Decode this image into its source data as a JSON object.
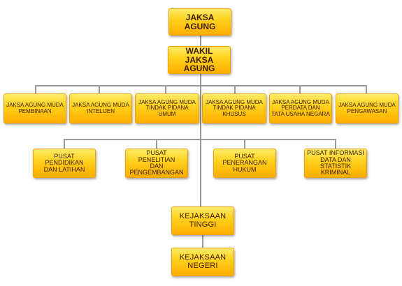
{
  "colors": {
    "box_top": "#ffeb6a",
    "box_mid": "#ffd21e",
    "box_bottom": "#ffae00",
    "box_border": "#f0a000",
    "text": "#3a1d00",
    "connector": "#9a9a9a"
  },
  "org": {
    "jaksa_agung": "JAKSA AGUNG",
    "wakil_jaksa_agung": "WAKIL\nJAKSA AGUNG",
    "jaksa_agung_muda": [
      "JAKSA AGUNG MUDA\nPEMBINAAN",
      "JAKSA AGUNG MUDA\nINTELIJEN",
      "JAKSA AGUNG MUDA\nTINDAK PIDANA UMUM",
      "JAKSA AGUNG MUDA\nTINDAK PIDANA KHUSUS",
      "JAKSA AGUNG MUDA\nPERDATA DAN\nTATA USAHA NEGARA",
      "JAKSA AGUNG MUDA\nPENGAWASAN"
    ],
    "pusat": [
      "PUSAT PENDIDIKAN\nDAN LATIHAN",
      "PUSAT PENELITIAN\nDAN\nPENGEMBANGAN",
      "PUSAT\nPENERANGAN\nHUKUM",
      "PUSAT INFORMASI\nDATA DAN\nSTATISTIK KRIMINAL"
    ],
    "kejaksaan_tinggi": "KEJAKSAAN\nTINGGI",
    "kejaksaan_negeri": "KEJAKSAAN\nNEGERI"
  }
}
